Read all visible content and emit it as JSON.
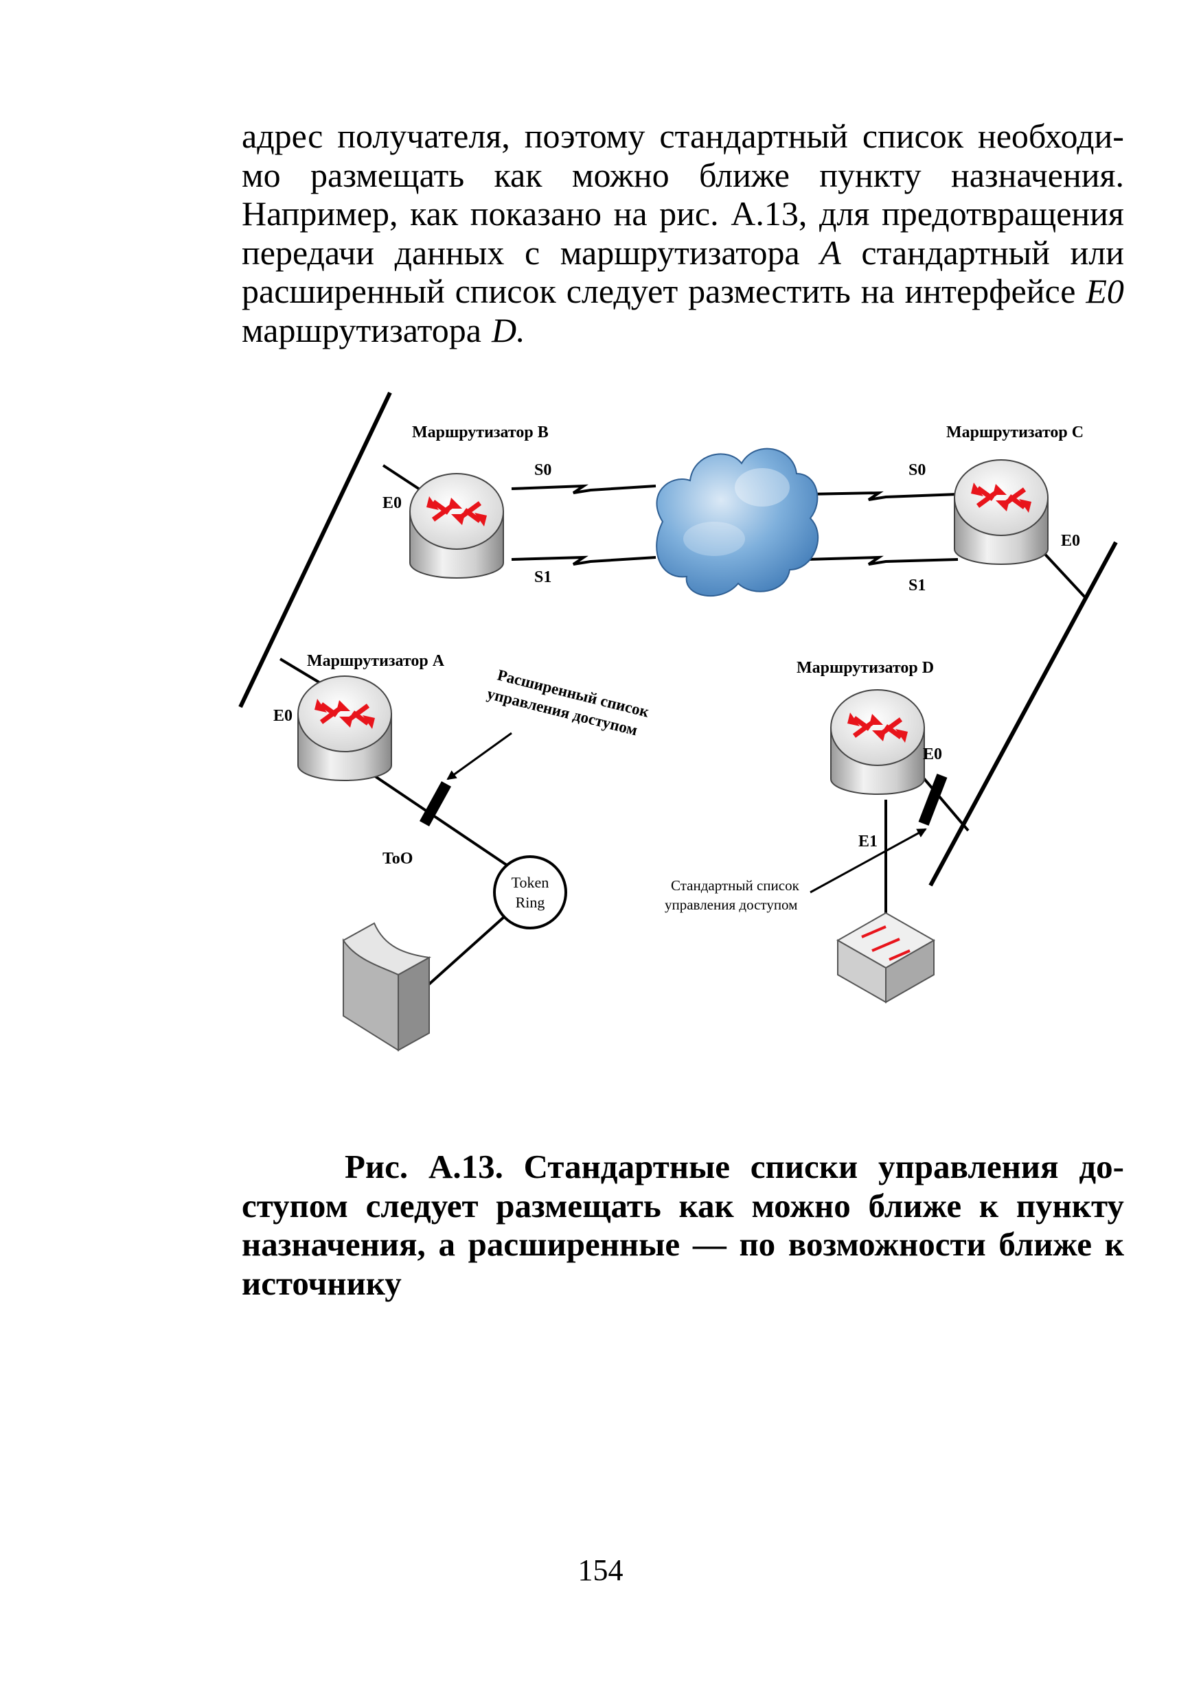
{
  "body_text": {
    "lines": [
      [
        "адрес",
        "получателя,",
        "поэтому",
        "стандартный",
        "список",
        "необходи-"
      ],
      [
        "мо",
        "размещать",
        "как",
        "можно",
        "ближе",
        "пункту",
        "назначения."
      ],
      [
        "Например,",
        "как",
        "показано",
        "на",
        "рис.",
        "А.13,",
        "для",
        "предотвращения"
      ],
      [
        "передачи",
        "данных",
        "с",
        "маршрутизатора",
        "A",
        "стандартный",
        "или"
      ],
      [
        "расширенный",
        "список",
        "следует",
        "разместить",
        "на",
        "интерфейсе",
        "E0"
      ],
      [
        "маршрутизатора",
        "D."
      ]
    ],
    "italic_words": [
      "A",
      "E0",
      "D."
    ]
  },
  "diagram": {
    "router_b": {
      "label": "Маршрутизатор B",
      "iface_e0": "E0",
      "iface_s0": "S0",
      "iface_s1": "S1"
    },
    "router_c": {
      "label": "Маршрутизатор C",
      "iface_e0": "E0",
      "iface_s0": "S0",
      "iface_s1": "S1"
    },
    "router_a": {
      "label": "Маршрутизатор A",
      "iface_e0": "E0",
      "iface_to0": "ToO"
    },
    "router_d": {
      "label": "Маршрутизатор D",
      "iface_e0": "E0",
      "iface_e1": "E1"
    },
    "token_ring": {
      "line1": "Token",
      "line2": "Ring"
    },
    "extended_acl_note": {
      "line1": "Расширенный список",
      "line2": "управления доступом"
    },
    "standard_acl_note": {
      "line1": "Стандартный список",
      "line2": "управления доступом"
    },
    "colors": {
      "arrow_red": "#e8141b",
      "cloud_blue": "#4f8cc9",
      "device_grey": "#d9d9d9"
    }
  },
  "caption": {
    "lines": [
      [
        "Рис.",
        "А.13.",
        "Стандартные",
        "списки",
        "управления",
        "до-"
      ],
      [
        "ступом",
        "следует",
        "размещать",
        "как",
        "можно",
        "ближе",
        "к",
        "пункту"
      ],
      [
        "назначения,",
        "а",
        "расширенные",
        "—",
        "по",
        "возможности",
        "ближе",
        "к"
      ],
      [
        "источнику"
      ]
    ]
  },
  "page_number": "154"
}
